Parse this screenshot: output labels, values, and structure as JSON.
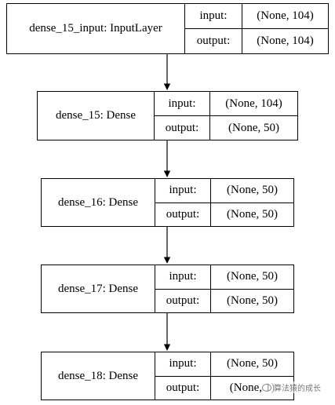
{
  "layers": [
    {
      "name": "dense_15_input: InputLayer",
      "input_label": "input:",
      "output_label": "output:",
      "input_shape": "(None, 104)",
      "output_shape": "(None, 104)"
    },
    {
      "name": "dense_15: Dense",
      "input_label": "input:",
      "output_label": "output:",
      "input_shape": "(None, 104)",
      "output_shape": "(None, 50)"
    },
    {
      "name": "dense_16: Dense",
      "input_label": "input:",
      "output_label": "output:",
      "input_shape": "(None, 50)",
      "output_shape": "(None, 50)"
    },
    {
      "name": "dense_17: Dense",
      "input_label": "input:",
      "output_label": "output:",
      "input_shape": "(None, 50)",
      "output_shape": "(None, 50)"
    },
    {
      "name": "dense_18: Dense",
      "input_label": "input:",
      "output_label": "output:",
      "input_shape": "(None, 50)",
      "output_shape": "(None, 1)"
    }
  ],
  "watermark": {
    "text": "算法猿的成长",
    "icon": "wechat-icon"
  },
  "colors": {
    "stroke": "#000000",
    "background": "#ffffff"
  }
}
